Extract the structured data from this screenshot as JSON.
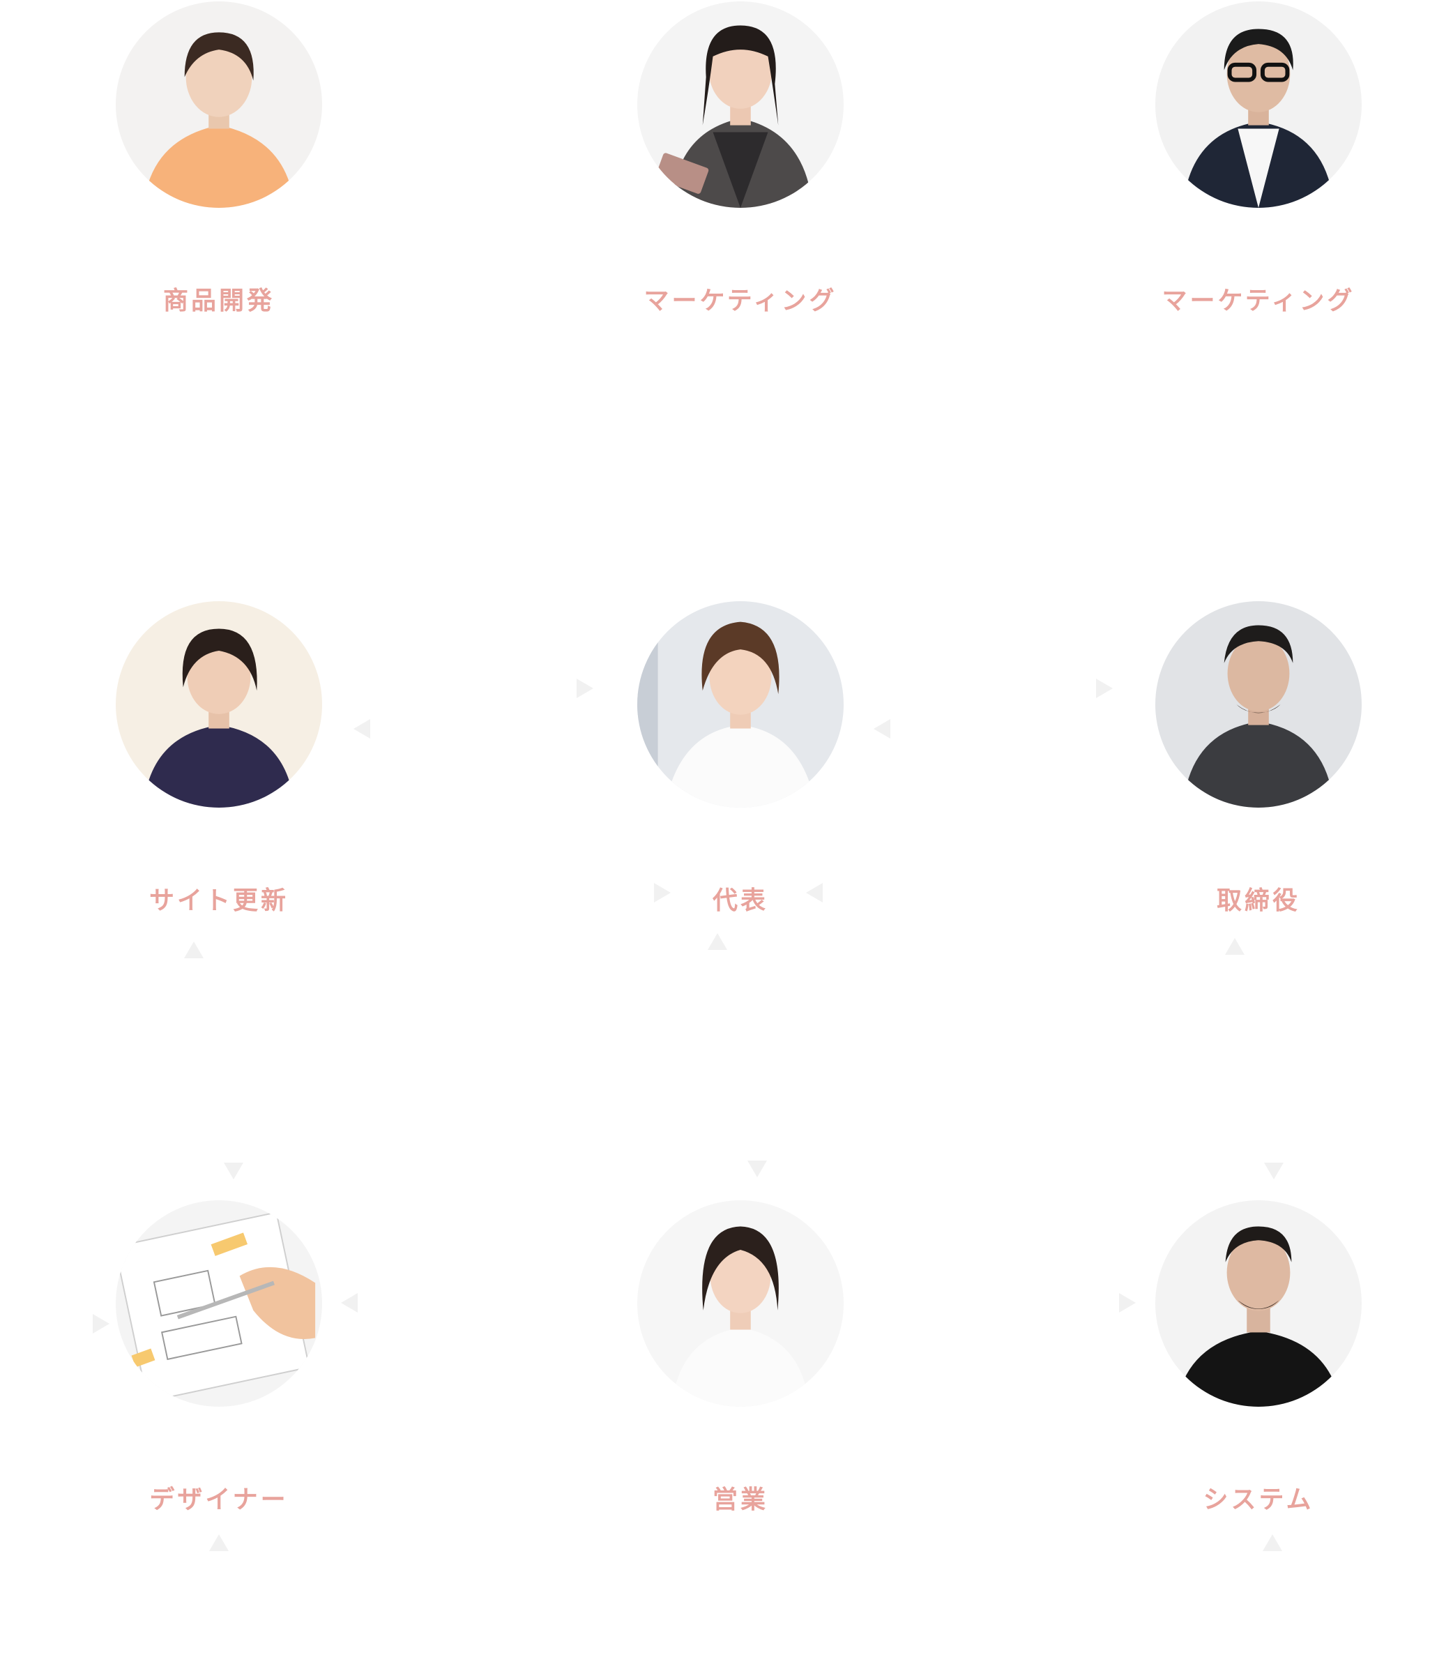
{
  "members": [
    {
      "role": "商品開発"
    },
    {
      "role": "マーケティング"
    },
    {
      "role": "マーケティング"
    },
    {
      "role": "サイト更新"
    },
    {
      "role": "代表"
    },
    {
      "role": "取締役"
    },
    {
      "role": "デザイナー"
    },
    {
      "role": "営業"
    },
    {
      "role": "システム"
    }
  ],
  "colors": {
    "role_text": "#e8a39c",
    "arrow": "#f1f1f1"
  }
}
